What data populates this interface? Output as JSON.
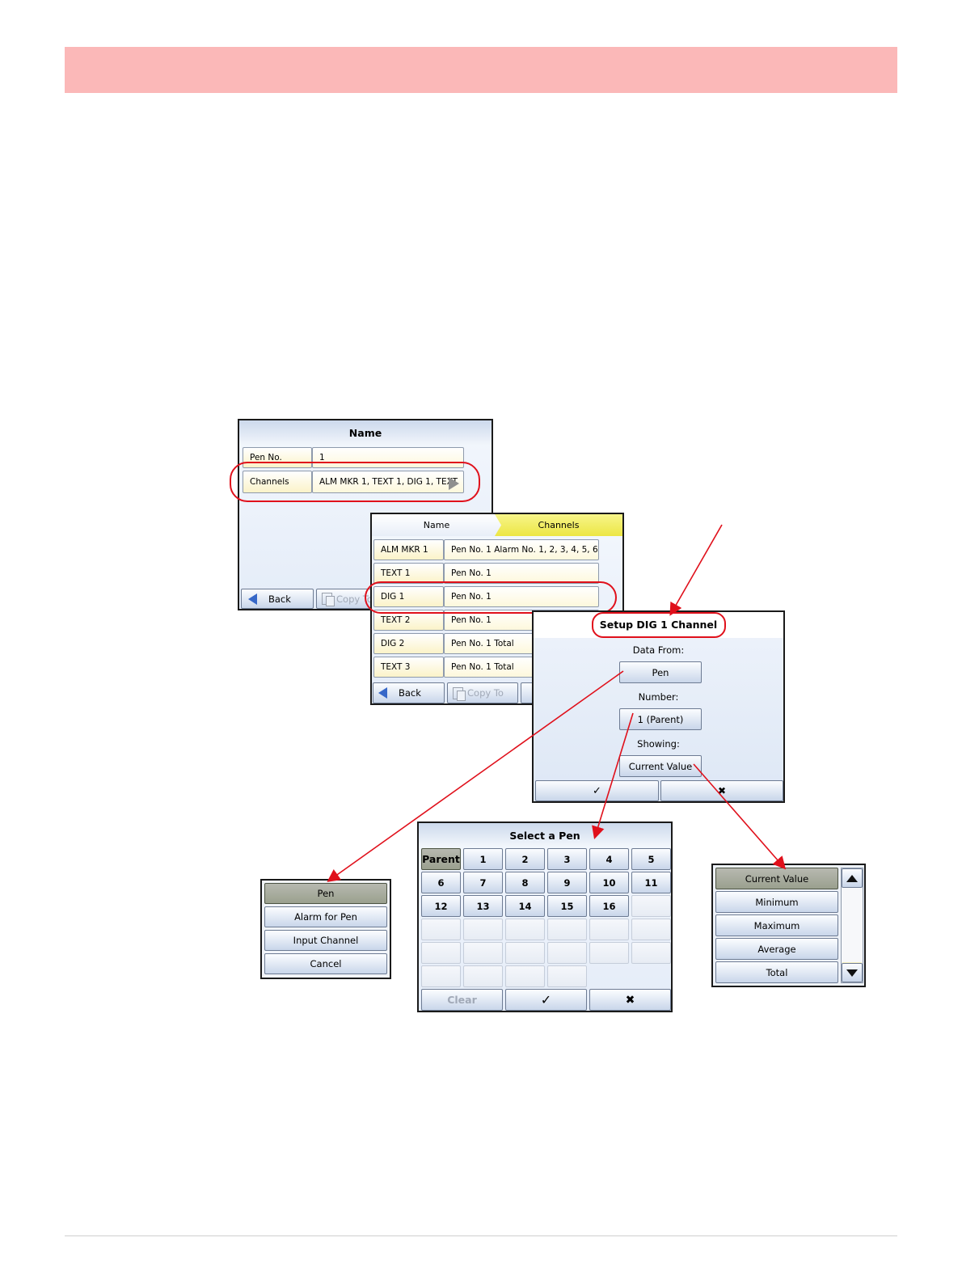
{
  "panel1": {
    "title": "Name",
    "rows": [
      {
        "label": "Pen No.",
        "value": "1"
      },
      {
        "label": "Channels",
        "value": "ALM MKR 1, TEXT 1, DIG 1, TEXT"
      }
    ],
    "back_label": "Back",
    "copy_label": "Copy To"
  },
  "panel2": {
    "tab_name": "Name",
    "tab_channels": "Channels",
    "rows": [
      {
        "label": "ALM MKR 1",
        "value": "Pen No. 1 Alarm No.  1, 2, 3, 4, 5, 6"
      },
      {
        "label": "TEXT 1",
        "value": "Pen No. 1"
      },
      {
        "label": "DIG 1",
        "value": "Pen No. 1"
      },
      {
        "label": "TEXT 2",
        "value": "Pen No. 1"
      },
      {
        "label": "DIG 2",
        "value": "Pen No. 1 Total"
      },
      {
        "label": "TEXT 3",
        "value": "Pen No. 1 Total"
      }
    ],
    "back_label": "Back",
    "copy_label": "Copy To"
  },
  "setup_dialog": {
    "title": "Setup DIG 1 Channel",
    "data_from_label": "Data From:",
    "data_from_value": "Pen",
    "number_label": "Number:",
    "number_value": "1 (Parent)",
    "showing_label": "Showing:",
    "showing_value": "Current Value",
    "ok_glyph": "✓",
    "cancel_glyph": "✖"
  },
  "data_from_menu": {
    "items": [
      "Pen",
      "Alarm for Pen",
      "Input Channel",
      "Cancel"
    ],
    "selected": "Pen"
  },
  "pen_selector": {
    "title": "Select a Pen",
    "keys": [
      "Parent",
      "1",
      "2",
      "3",
      "4",
      "5",
      "6",
      "7",
      "8",
      "9",
      "10",
      "11",
      "12",
      "13",
      "14",
      "15",
      "16"
    ],
    "selected": "Parent",
    "clear_label": "Clear",
    "ok_glyph": "✓",
    "cancel_glyph": "✖"
  },
  "showing_menu": {
    "items": [
      "Current Value",
      "Minimum",
      "Maximum",
      "Average",
      "Total"
    ],
    "selected": "Current Value"
  },
  "colors": {
    "header_band": "#fbb8b8",
    "annotation_red": "#e0101b",
    "tab_active": "#f2f06a"
  }
}
